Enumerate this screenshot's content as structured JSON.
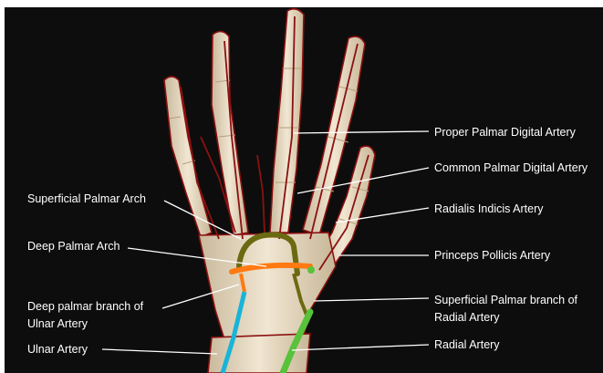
{
  "labels": {
    "proper_palmar_digital": "Proper Palmar Digital Artery",
    "common_palmar_digital": "Common Palmar Digital Artery",
    "radialis_indicis": "Radialis Indicis Artery",
    "princeps_pollicis": "Princeps Pollicis Artery",
    "superficial_palmar_branch_line1": "Superficial Palmar branch of",
    "superficial_palmar_branch_line2": "Radial Artery",
    "radial_artery": "Radial Artery",
    "superficial_palmar_arch": "Superficial Palmar Arch",
    "deep_palmar_arch": "Deep Palmar Arch",
    "deep_palmar_branch_line1": "Deep palmar branch of",
    "deep_palmar_branch_line2": "Ulnar Artery",
    "ulnar_artery": "Ulnar Artery"
  },
  "colors": {
    "background": "#0d0d0d",
    "bone": "#e8dcc6",
    "artery": "#8b1111",
    "superficial_arch": "#6b6a12",
    "deep_arch": "#ff7a12",
    "ulnar": "#19b4d8",
    "radial": "#57c23a",
    "leader_line": "#ffffff"
  }
}
